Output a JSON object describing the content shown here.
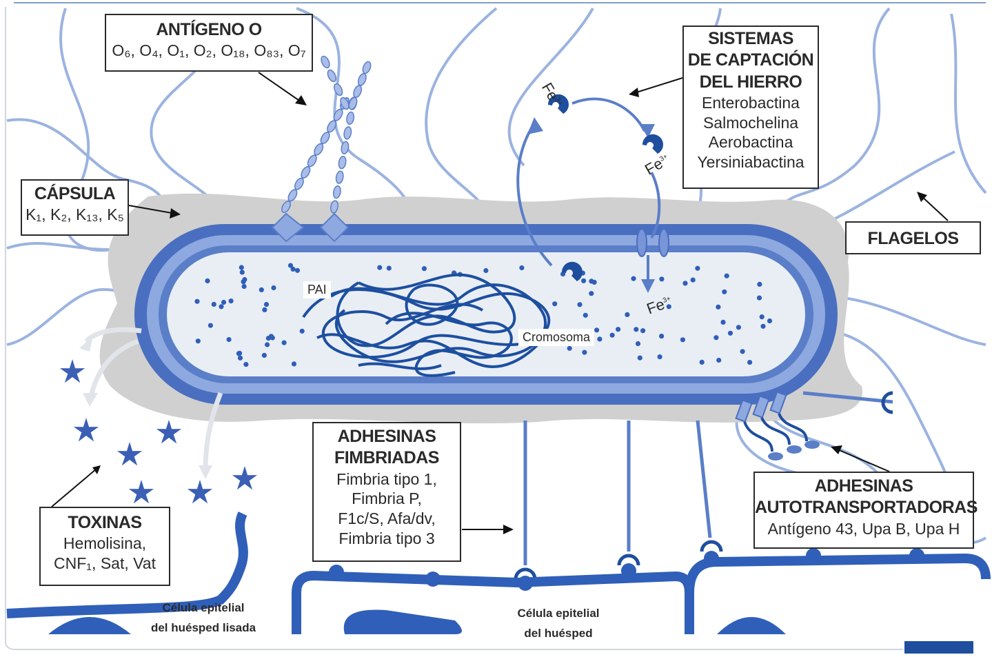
{
  "antigen_o": {
    "title": "ANTÍGENO O",
    "list": "O₆, O₄, O₁, O₂, O₁₈, O₈₃, O₇"
  },
  "capsule": {
    "title": "CÁPSULA",
    "list": "K₁, K₂, K₁₃, K₅"
  },
  "iron": {
    "title_lines": [
      "SISTEMAS",
      "DE CAPTACIÓN",
      "DEL HIERRO"
    ],
    "items": [
      "Enterobactina",
      "Salmochelina",
      "Aerobactina",
      "Yersiniabactina"
    ]
  },
  "flagella": {
    "title": "FLAGELOS"
  },
  "toxins": {
    "title": "TOXINAS",
    "items": [
      "Hemolisina,",
      "CNF₁, Sat, Vat"
    ]
  },
  "fimbrial": {
    "title_lines": [
      "ADHESINAS",
      "FIMBRIADAS"
    ],
    "items": [
      "Fimbria tipo 1,",
      "Fimbria P,",
      "F1c/S, Afa/dv,",
      "Fimbria tipo 3"
    ]
  },
  "autotransporter": {
    "title_lines": [
      "ADHESINAS",
      "AUTOTRANSPORTADORAS"
    ],
    "items": [
      "Antígeno 43, Upa B, Upa H"
    ]
  },
  "labels": {
    "pai": "PAI",
    "chromosome": "Cromosoma",
    "fe_ion": "Fe",
    "fe_charge": "3+",
    "lysed_cell": [
      "Célula epitelial",
      "del huésped lisada"
    ],
    "host_cell": [
      "Célula epitelial",
      "del huésped"
    ]
  },
  "colors": {
    "membrane_dark": "#4a6fc0",
    "membrane_light": "#8ea9e0",
    "cytoplasm": "#e9eef5",
    "capsule": "#d0d0d0",
    "dna": "#1d4fa0",
    "flagella": "#9bb3e0",
    "host_cell": "#2f5fb8",
    "toxin_star": "#3b5fb5"
  }
}
